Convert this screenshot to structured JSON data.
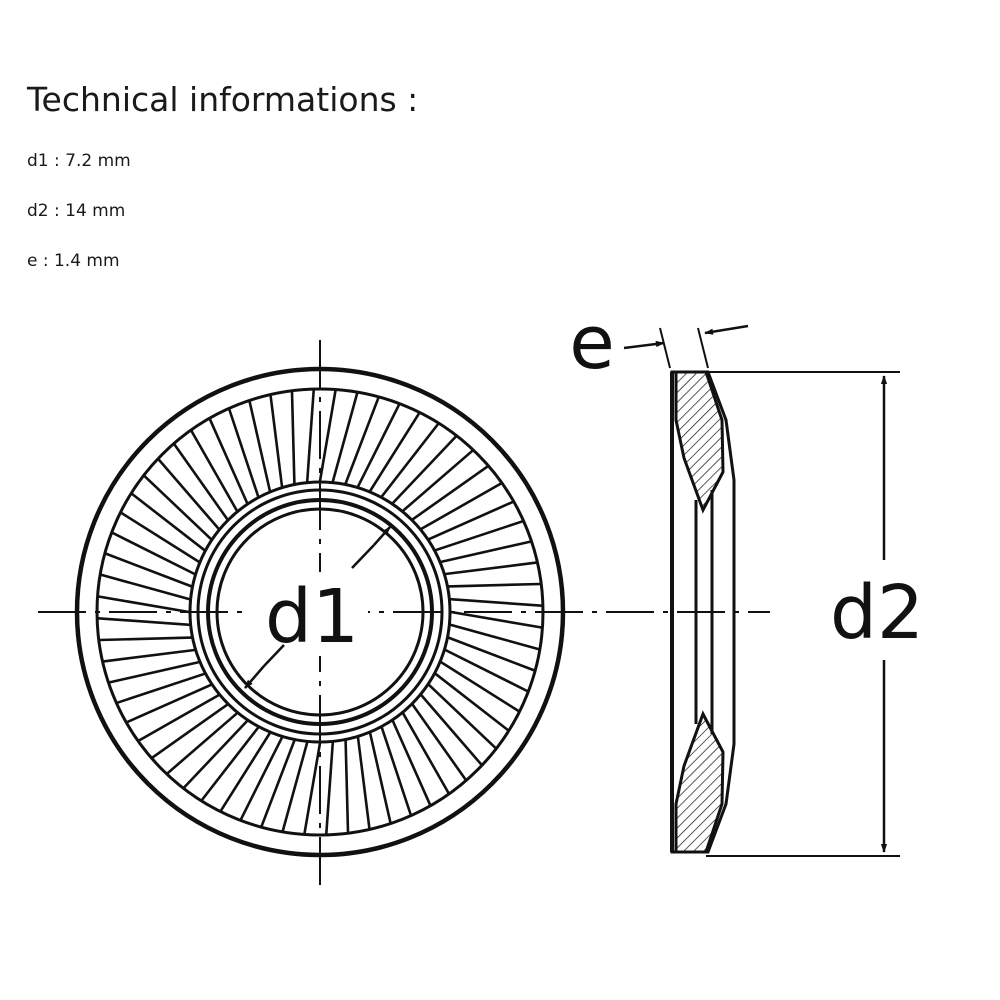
{
  "info": {
    "title": "Technical informations :",
    "specs": [
      "d1 : 7.2 mm",
      "d2 : 14 mm",
      "e : 1.4 mm"
    ]
  },
  "drawing": {
    "labels": {
      "inner_diameter": "d1",
      "outer_diameter": "d2",
      "thickness": "e"
    },
    "serration_count": 64
  },
  "colors": {
    "line": "#111111",
    "background": "#ffffff"
  }
}
